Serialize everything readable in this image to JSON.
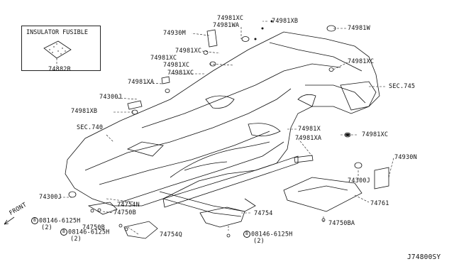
{
  "insulator_box": {
    "title": "INSULATOR FUSIBLE",
    "part": "74882R"
  },
  "diagram_code": "J74800SY",
  "front_label": "FRONT",
  "labels": [
    {
      "id": "74981XC-top",
      "text": "74981XC"
    },
    {
      "id": "74981WA",
      "text": "74981WA"
    },
    {
      "id": "74981XB-top",
      "text": "74981XB"
    },
    {
      "id": "74930M",
      "text": "74930M"
    },
    {
      "id": "74981W",
      "text": "74981W"
    },
    {
      "id": "74981XC-a",
      "text": "74981XC"
    },
    {
      "id": "74981XC-b",
      "text": "74981XC"
    },
    {
      "id": "74981XC-c",
      "text": "74981XC"
    },
    {
      "id": "74981XC-d",
      "text": "74981XC"
    },
    {
      "id": "74981XC-right",
      "text": "74981XC"
    },
    {
      "id": "74981XA-left",
      "text": "74981XA"
    },
    {
      "id": "74300J-left",
      "text": "74300J"
    },
    {
      "id": "SEC745",
      "text": "SEC.745"
    },
    {
      "id": "74981XB-left",
      "text": "74981XB"
    },
    {
      "id": "SEC740",
      "text": "SEC.740"
    },
    {
      "id": "74981X",
      "text": "74981X"
    },
    {
      "id": "74981XA-right",
      "text": "74981XA"
    },
    {
      "id": "74981XC-r2",
      "text": "74981XC"
    },
    {
      "id": "74930N",
      "text": "74930N"
    },
    {
      "id": "74300J-right",
      "text": "74300J"
    },
    {
      "id": "74300J-bottom",
      "text": "74300J"
    },
    {
      "id": "74761",
      "text": "74761"
    },
    {
      "id": "74754N",
      "text": "74754N"
    },
    {
      "id": "74750B-1",
      "text": "74750B"
    },
    {
      "id": "74750B-2",
      "text": "74750B"
    },
    {
      "id": "74754",
      "text": "74754"
    },
    {
      "id": "74750BA",
      "text": "74750BA"
    },
    {
      "id": "74754Q",
      "text": "74754Q"
    }
  ],
  "bolts": [
    {
      "id": "bolt-1",
      "symbol": "B",
      "part": "08146-6125H",
      "qty": "(2)"
    },
    {
      "id": "bolt-2",
      "symbol": "B",
      "part": "08146-6125H",
      "qty": "(2)"
    },
    {
      "id": "bolt-3",
      "symbol": "B",
      "part": "08146-6125H",
      "qty": "(2)"
    }
  ]
}
